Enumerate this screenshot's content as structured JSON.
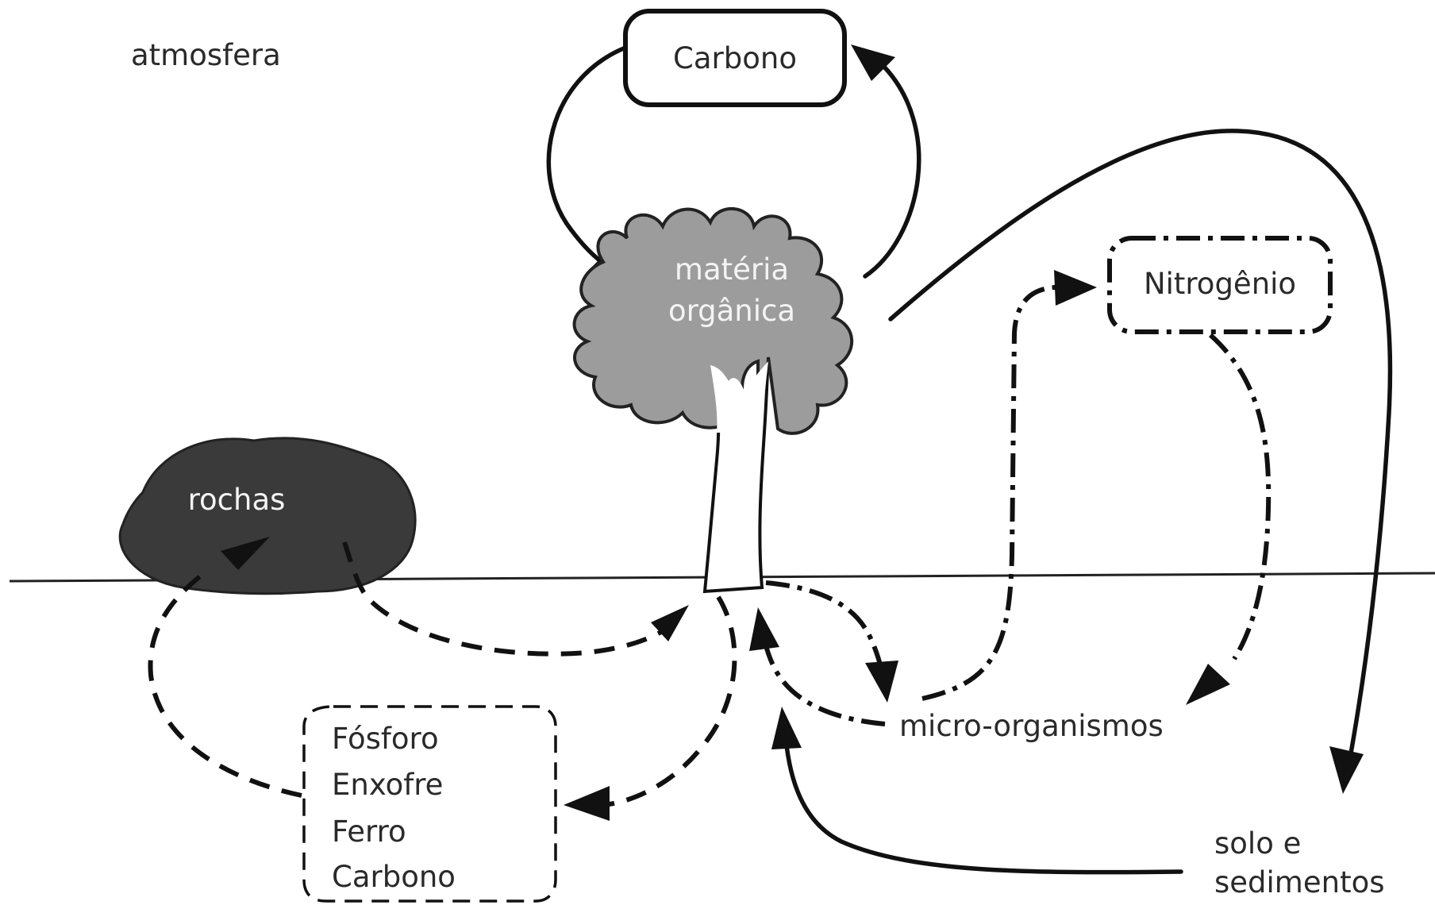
{
  "labels": {
    "atmosphere": "atmosfera",
    "carbon_box": "Carbono",
    "organic_matter_line1": "matéria",
    "organic_matter_line2": "orgânica",
    "nitrogen_box": "Nitrogênio",
    "rocks": "rochas",
    "microorganisms": "micro-organismos",
    "soil_line1": "solo e",
    "soil_line2": "sedimentos"
  },
  "elements_box": {
    "items": [
      "Fósforo",
      "Enxofre",
      "Ferro",
      "Carbono"
    ]
  },
  "colors": {
    "canopy": "#9c9c9c",
    "rock": "#3a3a3a",
    "line": "#111111",
    "text": "#2a2a2a"
  }
}
